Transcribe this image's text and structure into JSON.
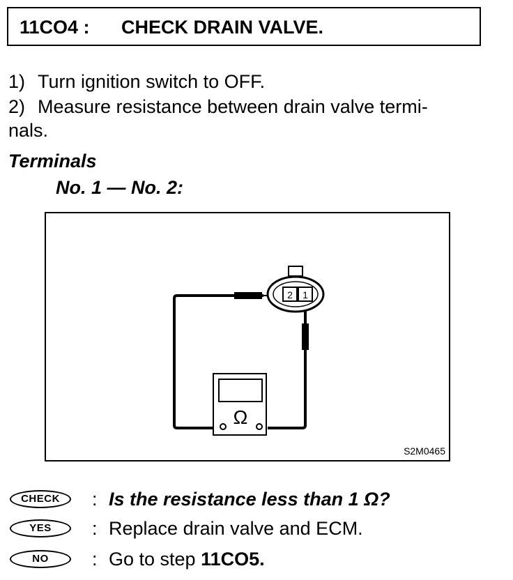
{
  "header": {
    "step_id": "11CO4 :",
    "title": "CHECK DRAIN VALVE."
  },
  "instructions": [
    {
      "num": "1)",
      "lines": [
        "Turn ignition switch to OFF."
      ]
    },
    {
      "num": "2)",
      "lines": [
        "Measure resistance between drain valve termi-",
        "nals."
      ]
    }
  ],
  "terminals": {
    "heading": "Terminals",
    "value": "No. 1 — No. 2:"
  },
  "figure": {
    "code": "S2M0465",
    "pin_left": "2",
    "pin_right": "1",
    "meter_symbol": "Ω"
  },
  "check": {
    "badge": "CHECK",
    "colon": ":",
    "question": "Is the resistance less than 1 Ω?"
  },
  "yes": {
    "badge": "YES",
    "colon": ":",
    "action": "Replace drain valve and ECM."
  },
  "no": {
    "badge": "NO",
    "colon": ":",
    "action_prefix": "Go to step ",
    "action_step": "11CO5."
  }
}
